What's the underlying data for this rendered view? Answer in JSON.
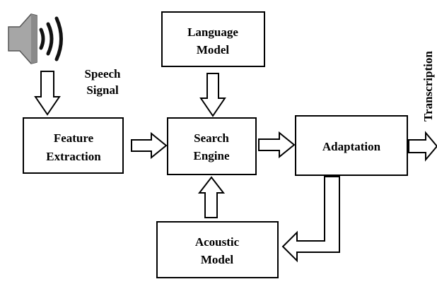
{
  "diagram": {
    "blocks": {
      "language_model": {
        "line1": "Language",
        "line2": "Model"
      },
      "feature_extraction": {
        "line1": "Feature",
        "line2": "Extraction"
      },
      "search_engine": {
        "line1": "Search",
        "line2": "Engine"
      },
      "adaptation": {
        "line1": "Adaptation"
      },
      "acoustic_model": {
        "line1": "Acoustic",
        "line2": "Model"
      }
    },
    "labels": {
      "speech_line1": "Speech",
      "speech_line2": "Signal",
      "transcription": "Transcription"
    },
    "icons": {
      "input": "speaker-icon"
    },
    "colors": {
      "stroke": "#000000",
      "fill": "#ffffff",
      "speaker_fill": "#a6a6a6"
    }
  }
}
